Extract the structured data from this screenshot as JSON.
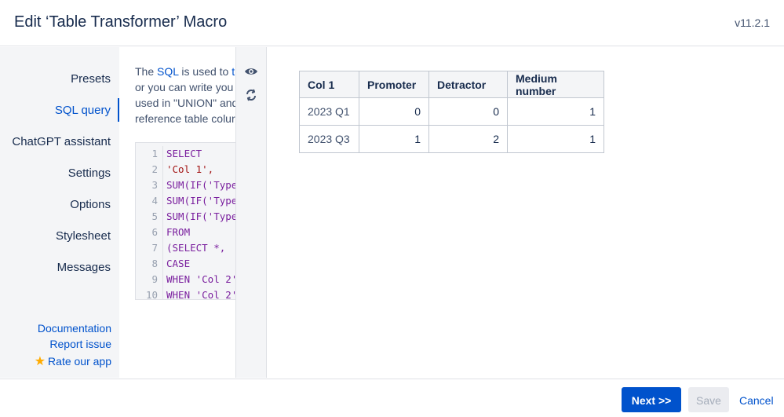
{
  "header": {
    "title": "Edit ‘Table Transformer’ Macro",
    "version": "v11.2.1"
  },
  "sidebar": {
    "items": [
      {
        "label": "Presets"
      },
      {
        "label": "SQL query"
      },
      {
        "label": "ChatGPT assistant"
      },
      {
        "label": "Settings"
      },
      {
        "label": "Options"
      },
      {
        "label": "Stylesheet"
      },
      {
        "label": "Messages"
      }
    ],
    "active_index": 1,
    "links": [
      {
        "label": "Documentation"
      },
      {
        "label": "Report issue"
      },
      {
        "label": "Rate our app"
      }
    ]
  },
  "editor": {
    "desc_lines": [
      {
        "pre": "The ",
        "link": "SQL",
        "mid": " is used to ",
        "tail": "tr"
      },
      {
        "pre": "or you can write you"
      },
      {
        "pre": "used in \"UNION\" and"
      },
      {
        "pre": "reference table colur"
      }
    ],
    "code_lines": [
      {
        "n": "1",
        "text": "SELECT"
      },
      {
        "n": "2",
        "text": "'Col 1',"
      },
      {
        "n": "3",
        "text": "SUM(IF('Type"
      },
      {
        "n": "4",
        "text": "SUM(IF('Type"
      },
      {
        "n": "5",
        "text": "SUM(IF('Type"
      },
      {
        "n": "6",
        "text": "FROM"
      },
      {
        "n": "7",
        "text": "(SELECT *,"
      },
      {
        "n": "8",
        "text": "CASE"
      },
      {
        "n": "9",
        "text": "WHEN 'Col 2'"
      },
      {
        "n": "10",
        "text": "WHEN 'Col 2'"
      }
    ]
  },
  "tools": {
    "preview_icon": "eye-icon",
    "refresh_icon": "refresh-icon"
  },
  "table": {
    "headers": [
      "Col 1",
      "Promoter",
      "Detractor",
      "Medium number"
    ],
    "rows": [
      [
        "2023 Q1",
        "0",
        "0",
        "1"
      ],
      [
        "2023 Q3",
        "1",
        "2",
        "1"
      ]
    ]
  },
  "footer": {
    "next_label": "Next >>",
    "save_label": "Save",
    "cancel_label": "Cancel"
  },
  "colors": {
    "accent": "#0052cc",
    "star": "#ffab00",
    "sidebar_bg": "#f4f5f7"
  }
}
